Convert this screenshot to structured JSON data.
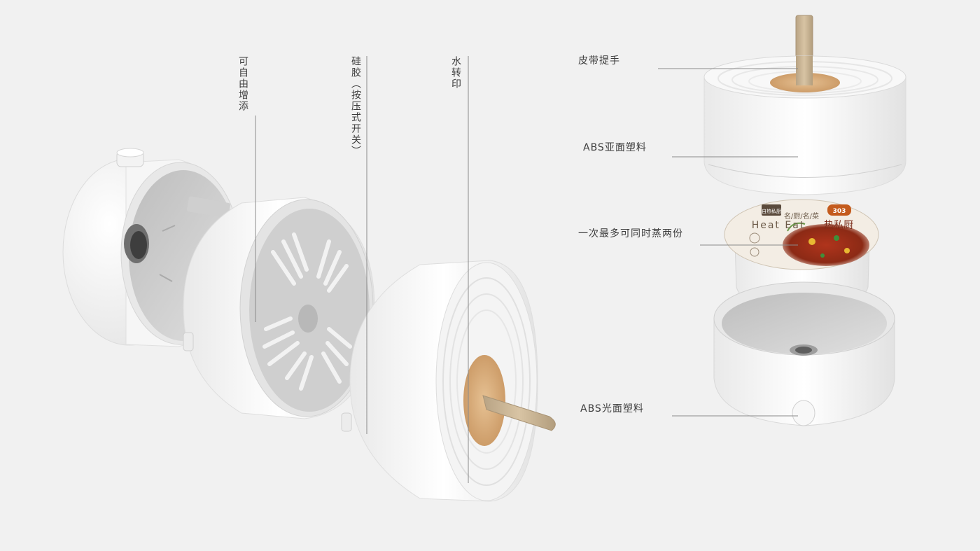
{
  "labels": {
    "left_1": "可自由增添",
    "left_2": "硅胶（按压式开关）",
    "left_3": "水转印",
    "right_1": "皮带提手",
    "right_2": "ABS亚面塑料",
    "right_3": "一次最多可同时蒸两份",
    "right_4": "ABS光面塑料"
  },
  "lid_print": {
    "brand": "自热私厨",
    "tagline": "名/厨/名/菜",
    "title_en": "Heat Eat",
    "title_cn": "热私厨",
    "badge": "303"
  },
  "colors": {
    "background": "#f1f1f1",
    "body": "#f7f7f7",
    "interior": "#d4d4d4",
    "wood": "#d2a675",
    "strap": "#c9b596",
    "line": "#8a8a8a"
  }
}
